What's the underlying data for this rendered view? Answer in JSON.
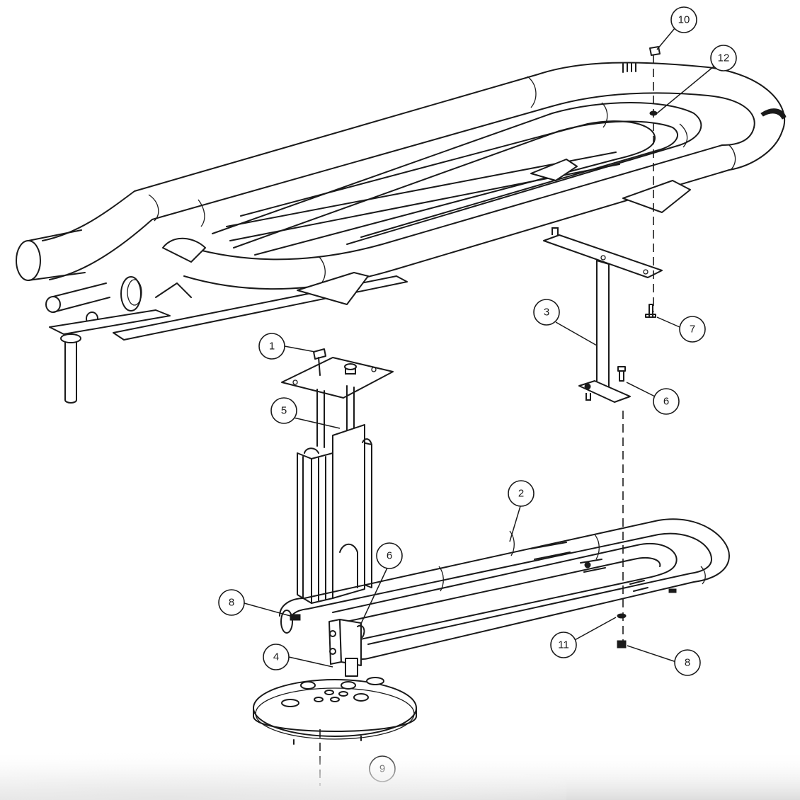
{
  "drawing": {
    "type": "exploded assembly view",
    "colors": {
      "line": "#1a1a1a",
      "paper": "#ffffff"
    },
    "callouts": [
      {
        "id": "c1",
        "label": "1"
      },
      {
        "id": "c2",
        "label": "2"
      },
      {
        "id": "c3",
        "label": "3"
      },
      {
        "id": "c4",
        "label": "4"
      },
      {
        "id": "c5",
        "label": "5"
      },
      {
        "id": "c6a",
        "label": "6"
      },
      {
        "id": "c6b",
        "label": "6"
      },
      {
        "id": "c7",
        "label": "7"
      },
      {
        "id": "c8a",
        "label": "8"
      },
      {
        "id": "c8b",
        "label": "8"
      },
      {
        "id": "c9",
        "label": "9"
      },
      {
        "id": "c10",
        "label": "10"
      },
      {
        "id": "c11",
        "label": "11"
      },
      {
        "id": "c12",
        "label": "12"
      }
    ]
  }
}
